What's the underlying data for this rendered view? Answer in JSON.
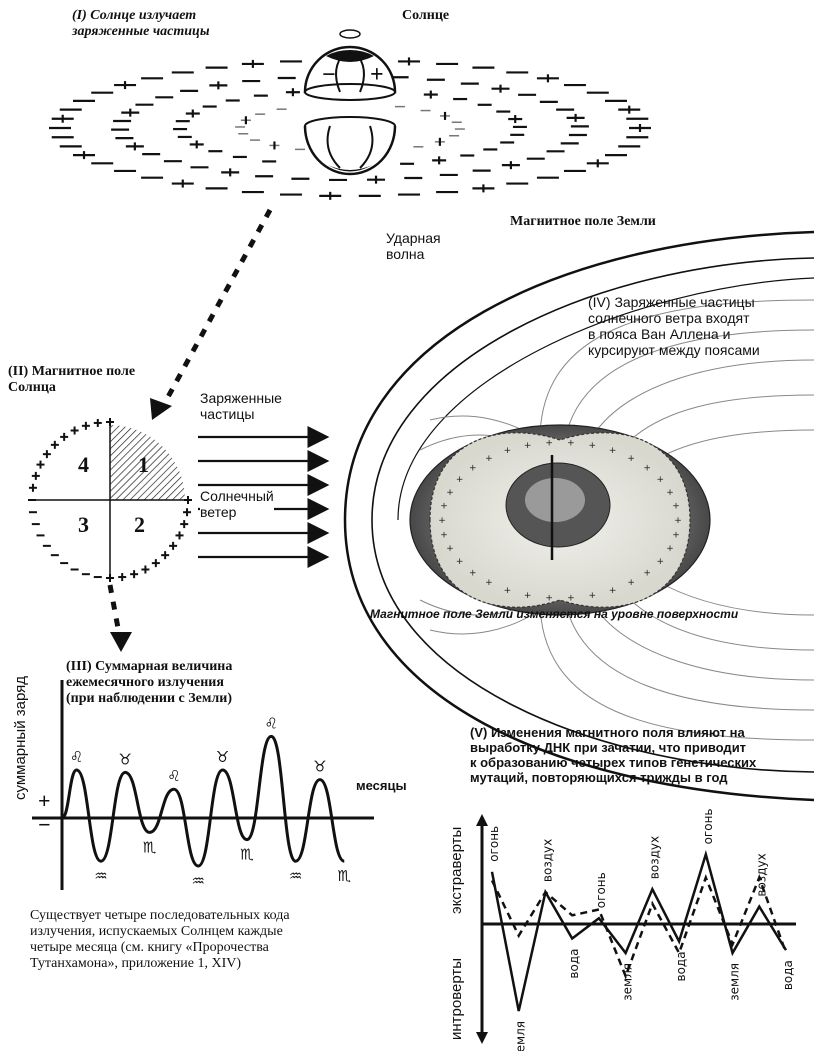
{
  "sun": {
    "title": "Солнце",
    "emits_label": "(I) Солнце излучает заряженные частицы",
    "emits_line1": "(I) Солнце излучает",
    "emits_line2": "заряженные частицы",
    "plus": "+",
    "minus": "−"
  },
  "sun_field": {
    "title_line1": "(II) Магнитное поле",
    "title_line2": "Солнца",
    "quadrants": [
      "1",
      "2",
      "3",
      "4"
    ]
  },
  "solar_wind": {
    "charged_line1": "Заряженные",
    "charged_line2": "частицы",
    "wind_line1": "Солнечный",
    "wind_line2": "ветер"
  },
  "earth": {
    "title": "Магнитное поле Земли",
    "shock_line1": "Ударная",
    "shock_line2": "волна",
    "belts_line1": "(IV) Заряженные частицы",
    "belts_line2": "солнечного ветра входят",
    "belts_line3": "в пояса Ван Аллена и",
    "belts_line4": "курсируют между поясами",
    "surface_caption": "Магнитное поле Земли изменяется на уровне поверхности"
  },
  "chart_iii": {
    "title_line1": "(III) Суммарная величина",
    "title_line2": "ежемесячного излучения",
    "title_line3": "(при наблюдении с Земли)",
    "ylabel": "суммарный заряд",
    "xlabel": "месяцы",
    "plus": "+",
    "minus": "−",
    "caption_line1": "Существует четыре последовательных кода",
    "caption_line2": "излучения, испускаемых Солнцем каждые",
    "caption_line3": "четыре месяца (см. книгу «Пророчества",
    "caption_line4": "Тутанхамона», приложение 1, XIV)"
  },
  "chart_v": {
    "title_line1": "(V) Изменения магнитного поля влияют на",
    "title_line2": "выработку ДНК при зачатии, что приводит",
    "title_line3": "к образованию четырех типов генетических",
    "title_line4": "мутаций, повторяющихся трижды в год",
    "y_top": "экстраверты",
    "y_bottom": "интроверты"
  },
  "chart_data": [
    {
      "type": "line",
      "title": "(III) Суммарная величина ежемесячного излучения (при наблюдении с Земли)",
      "xlabel": "месяцы",
      "ylabel": "суммарный заряд",
      "x": [
        1,
        2,
        3,
        4,
        5,
        6,
        7,
        8,
        9,
        10,
        11,
        12
      ],
      "series": [
        {
          "values": [
            1.0,
            -0.9,
            0.95,
            -0.3,
            0.6,
            -1.0,
            1.0,
            -0.45,
            1.7,
            -0.9,
            0.8,
            -0.9
          ]
        }
      ],
      "peak_symbols": [
        "♌",
        "♒",
        "♉",
        "♏",
        "♌",
        "♒",
        "♉",
        "♏",
        "♌",
        "♒",
        "♉",
        "♏"
      ]
    },
    {
      "type": "line",
      "title": "(V)",
      "ylabel_top": "экстраверты",
      "ylabel_bottom": "интроверты",
      "point_labels": [
        "огонь",
        "земля",
        "воздух",
        "вода",
        "огонь",
        "земля",
        "воздух",
        "вода",
        "огонь",
        "земля",
        "воздух",
        "вода"
      ],
      "series": [
        {
          "style": "solid",
          "values": [
            0.9,
            -1.5,
            0.55,
            -0.25,
            0.1,
            -0.5,
            0.6,
            -0.3,
            1.2,
            -0.5,
            0.3,
            -0.45
          ]
        },
        {
          "style": "dashed",
          "values": [
            0.75,
            -0.2,
            0.55,
            0.15,
            0.25,
            -0.9,
            0.35,
            -0.5,
            0.8,
            -0.35,
            0.8,
            -0.5
          ]
        }
      ]
    }
  ]
}
